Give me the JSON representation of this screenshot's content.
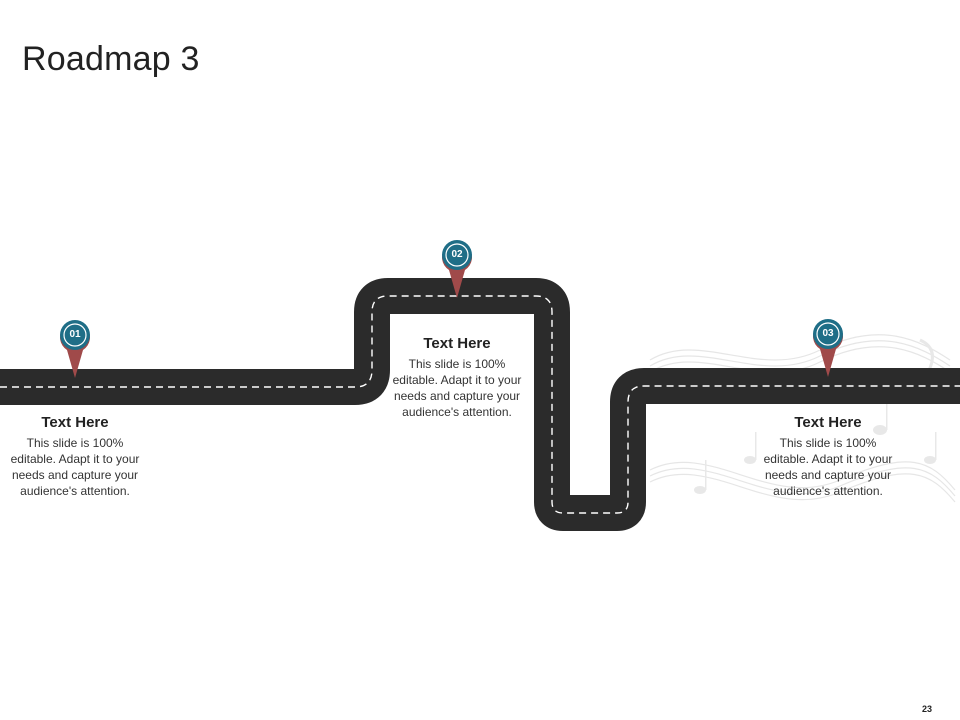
{
  "slide": {
    "title": "Roadmap 3",
    "page_number": "23"
  },
  "colors": {
    "road": "#2b2b2b",
    "road_dash": "#ffffff",
    "pin_head": "#1f6e87",
    "pin_ring": "#ffffff",
    "pin_tail": "#a04a4a"
  },
  "milestones": [
    {
      "number": "01",
      "heading": "Text Here",
      "body": "This slide is 100% editable. Adapt it to your needs and capture your audience's attention."
    },
    {
      "number": "02",
      "heading": "Text Here",
      "body": "This slide is 100% editable. Adapt it to your needs and capture your audience's attention."
    },
    {
      "number": "03",
      "heading": "Text Here",
      "body": "This slide is 100% editable. Adapt it to your needs and capture your audience's attention."
    }
  ]
}
